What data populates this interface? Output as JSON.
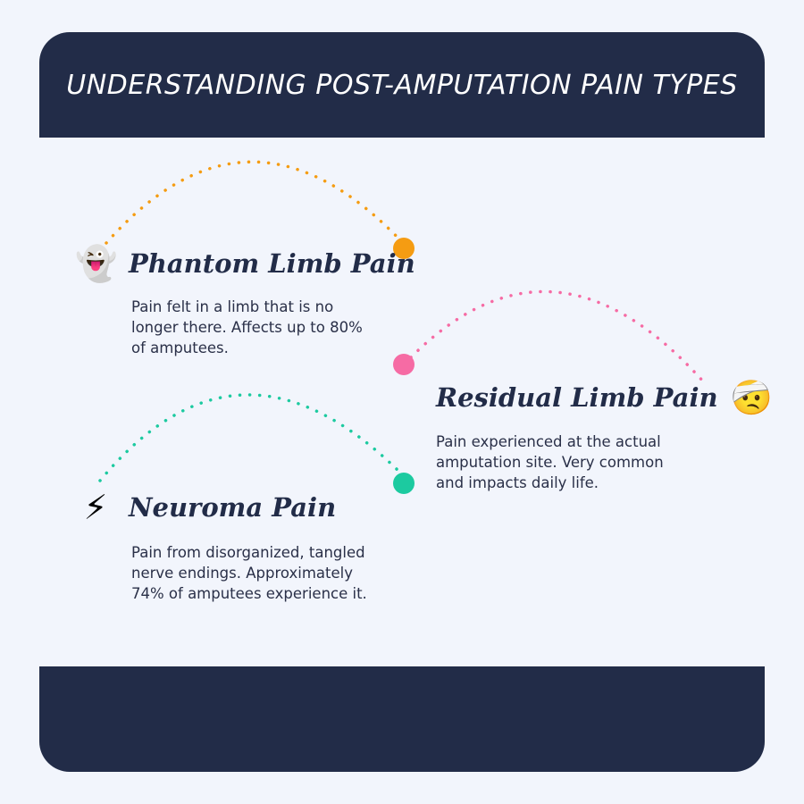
{
  "header": {
    "title": "UNDERSTANDING POST-AMPUTATION PAIN TYPES"
  },
  "colors": {
    "phantom": "#f59c12",
    "residual": "#f66ba4",
    "neuroma": "#1ccaa0",
    "navy": "#222c48",
    "background": "#f2f5fc"
  },
  "items": [
    {
      "title": "Phantom Limb Pain",
      "icon": "ghost-icon",
      "glyph": "👻",
      "description": "Pain felt in a limb that is no longer there. Affects up to 80% of amputees."
    },
    {
      "title": "Residual Limb Pain",
      "icon": "bandaged-face-icon",
      "glyph": "🤕",
      "description": "Pain experienced at the actual amputation site. Very common and impacts daily life."
    },
    {
      "title": "Neuroma Pain",
      "icon": "lightning-icon",
      "glyph": "⚡",
      "description": "Pain from disorganized, tangled nerve endings. Approximately 74% of amputees experience it."
    }
  ]
}
